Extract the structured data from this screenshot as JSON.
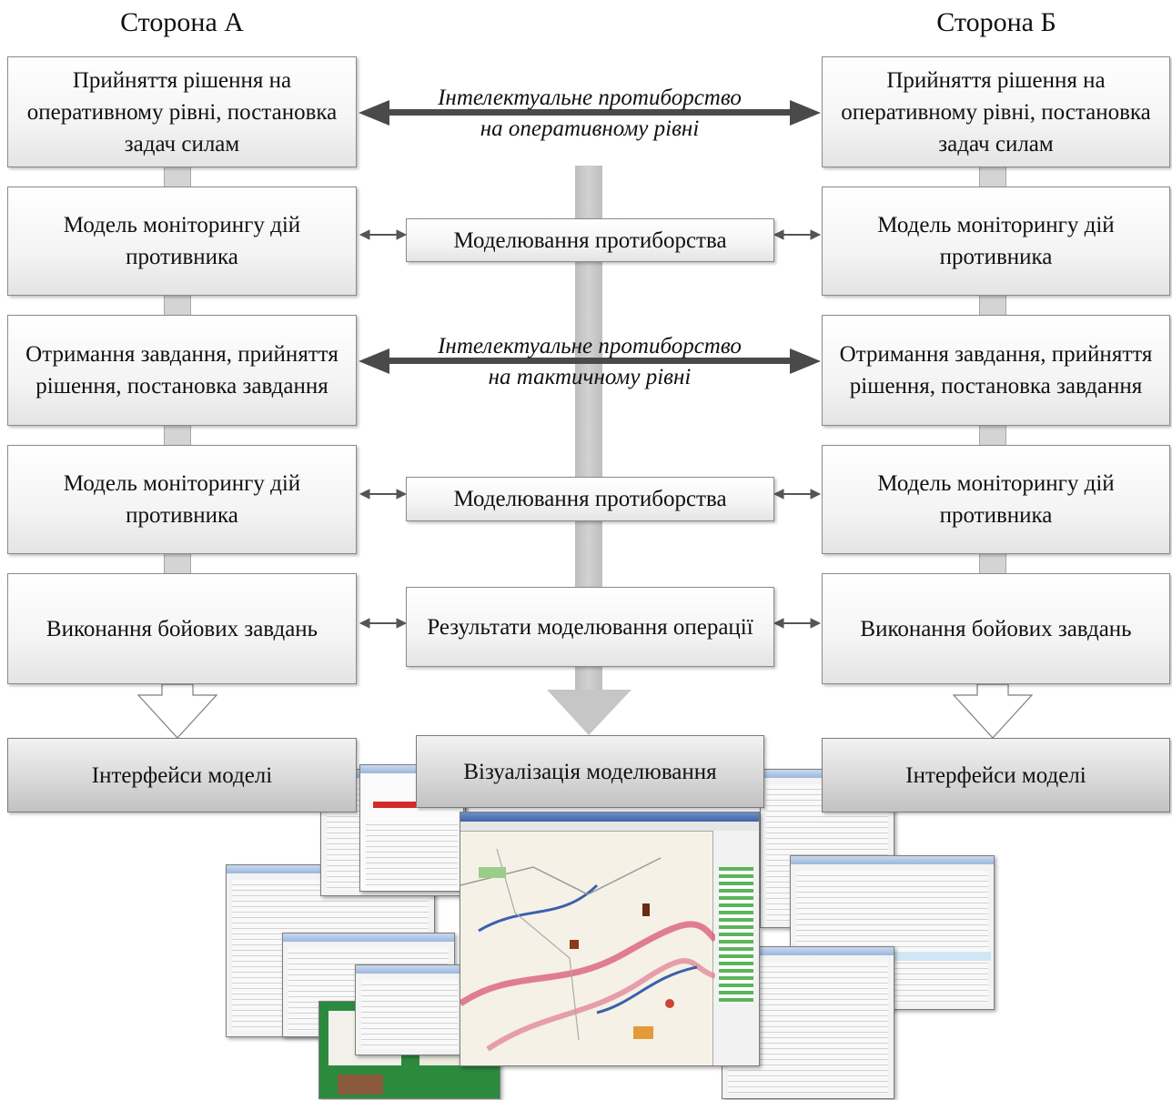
{
  "side_a": {
    "title": "Сторона А"
  },
  "side_b": {
    "title": "Сторона Б"
  },
  "left_column": [
    "Прийняття рішення на оперативному рівні, постановка задач силам",
    "Модель моніторингу дій противника",
    "Отримання завдання, прийняття рішення, постановка завдання",
    "Модель моніторингу дій противника",
    "Виконання бойових завдань"
  ],
  "right_column": [
    "Прийняття рішення на оперативному рівні, постановка задач силам",
    "Модель моніторингу дій противника",
    "Отримання завдання, прийняття рішення, постановка завдання",
    "Модель моніторингу дій противника",
    "Виконання бойових завдань"
  ],
  "center": {
    "operational_label": [
      "Інтелектуальне протиборство",
      "на оперативному рівні"
    ],
    "modeling_1": "Моделювання протиборства",
    "tactical_label": [
      "Інтелектуальне протиборство",
      "на тактичному рівні"
    ],
    "modeling_2": "Моделювання протиборства",
    "results": "Результати моделювання операції"
  },
  "bottom": {
    "left": "Інтерфейси моделі",
    "center": "Візуалізація моделювання",
    "right": "Інтерфейси моделі"
  },
  "colors": {
    "arrow_dark": "#4a4a4a",
    "central_arrow": "#c8c8c8",
    "map_green": "#2e7d3a"
  }
}
